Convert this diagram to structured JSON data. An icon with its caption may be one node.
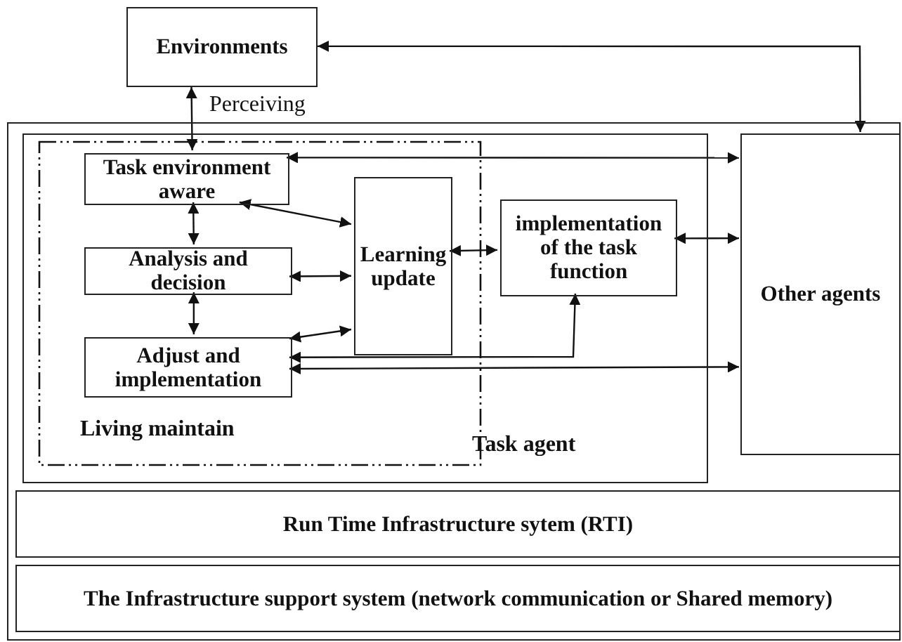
{
  "diagram": {
    "nodes": [
      {
        "text": [
          "Environments"
        ]
      },
      {
        "text": [],
        "shape": "box"
      },
      {
        "text": [
          "Task agent"
        ],
        "in": 1
      },
      {
        "text": [
          "Living maintain"
        ],
        "in": 2
      },
      {
        "text": [
          "Task environment aware"
        ],
        "in": 3
      },
      {
        "text": [
          "Analysis and decision"
        ],
        "in": 3
      },
      {
        "text": [
          "Adjust and implementation"
        ],
        "in": 3
      },
      {
        "text": [
          "Learning update"
        ],
        "in": 3
      },
      {
        "text": [
          "implementation of the task function"
        ],
        "in": 2
      },
      {
        "text": [
          "Other agents"
        ],
        "in": 1
      },
      {
        "text": [
          "Run Time Infrastructure sytem (RTI)"
        ],
        "in": 1
      },
      {
        "text": [
          "The Infrastructure support system (network communication or Shared memory)"
        ],
        "in": 1
      }
    ],
    "edges": [
      {
        "from": 0,
        "to": 9,
        "arrow": "both"
      },
      {
        "from": 0,
        "to": 4,
        "arrow": "both",
        "label": "Perceiving"
      },
      {
        "from": 4,
        "to": 9,
        "arrow": "both"
      },
      {
        "from": 4,
        "to": 5,
        "arrow": "both"
      },
      {
        "from": 5,
        "to": 6,
        "arrow": "both"
      },
      {
        "from": 4,
        "to": 7,
        "arrow": "both"
      },
      {
        "from": 5,
        "to": 7,
        "arrow": "both"
      },
      {
        "from": 6,
        "to": 7,
        "arrow": "both"
      },
      {
        "from": 7,
        "to": 8,
        "arrow": "both"
      },
      {
        "from": 8,
        "to": 9,
        "arrow": "both"
      },
      {
        "from": 6,
        "to": 8,
        "arrow": "both"
      },
      {
        "from": 6,
        "to": 9,
        "arrow": "both"
      }
    ]
  }
}
